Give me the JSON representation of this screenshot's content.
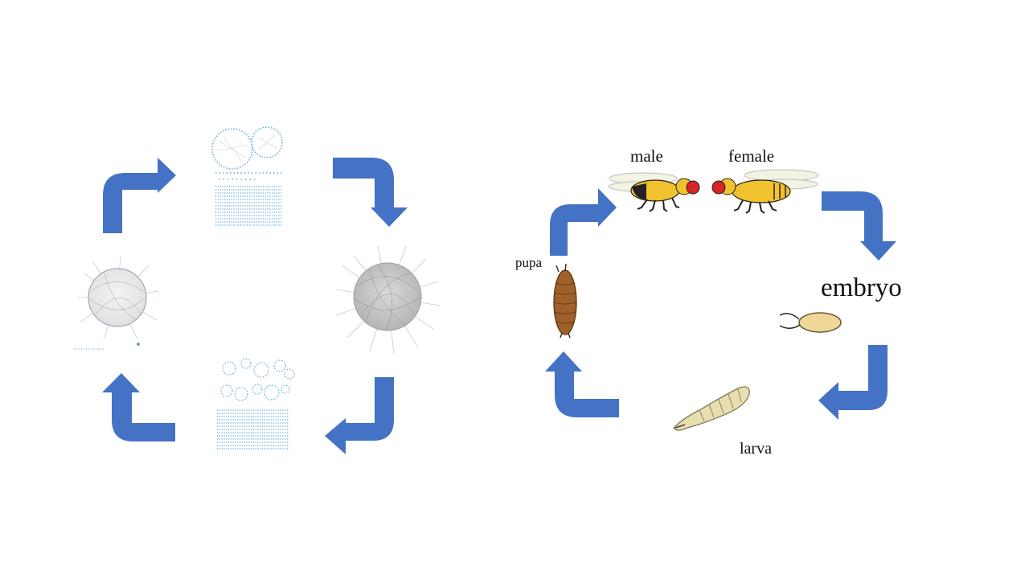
{
  "colors": {
    "arrow": "#4472C4",
    "network_node": "#5BA9D6",
    "network_edge": "#8A8A8A",
    "fly_body": "#F2C12E",
    "fly_eye": "#D8232A",
    "pupa": "#A0602A",
    "embryo": "#EFD79A",
    "larva": "#E8DEB0"
  },
  "left_cycle": {
    "stages": [
      {
        "name": "network-clusters-top",
        "icon": "network-cluster-grid"
      },
      {
        "name": "network-ball-right",
        "icon": "dense-network-ball"
      },
      {
        "name": "network-clusters-bottom",
        "icon": "network-cluster-grid"
      },
      {
        "name": "network-ball-left",
        "icon": "sparse-network-ball"
      }
    ]
  },
  "right_cycle": {
    "labels": {
      "male": "male",
      "female": "female",
      "embryo": "embryo",
      "larva": "larva",
      "pupa": "pupa"
    }
  }
}
